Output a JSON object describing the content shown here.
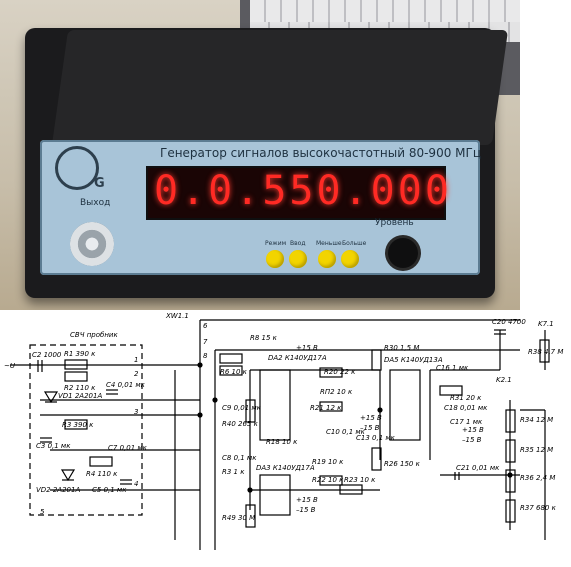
{
  "device": {
    "title": "Генератор сигналов высокочастотный 80-900 МГц",
    "logo_letter": "G",
    "display_value": "0.0.550.000",
    "output_label": "Выход",
    "level_label": "Уровень",
    "buttons": [
      "Режим",
      "Ввод",
      "Меньше",
      "Больше"
    ]
  },
  "schematic": {
    "probe_label": "СВЧ пробник",
    "u_label": "~U",
    "connector_left": "XW1.1",
    "labels": [
      "C2 1000",
      "R1 390 к",
      "R2 110 к",
      "VD1 2А201А",
      "C4 0,01 мк",
      "R3 390 к",
      "C3 0,1 мк",
      "C7 0,01 мк",
      "VD2 2А201А",
      "R4 110 к",
      "C5 0,1 мк",
      "R8 15 к",
      "+15 В",
      "DA2 К140УД17А",
      "R6 10 к",
      "R20 22 к",
      "RП2 10 к",
      "R21 12 к",
      "+15 В",
      "–15 В",
      "C10 0,1 мк",
      "R18 10 к",
      "C9 0,01 мк",
      "R40 265 к",
      "R19 10 к",
      "C13 0,1 мк",
      "R30 1,5 М",
      "DA5 К140УД13А",
      "C16 1 мк",
      "R31 20 к",
      "C18 0,01 мк",
      "C17 1 мк",
      "+15 В",
      "–15 В",
      "R26 150 к",
      "C21 0,01 мк",
      "C8 0,1 мк",
      "R3 1 к",
      "DA3 К140УД17А",
      "R22 10 к",
      "R23 10 к",
      "+15 В",
      "–15 В",
      "R49 30 М",
      "C20 4700",
      "R38 4,7 М",
      "K7.1",
      "K2.1",
      "R34 12 М",
      "R35 12 М",
      "R36 2,4 М",
      "R37 680 к",
      "1",
      "2",
      "3",
      "4",
      "5",
      "6",
      "7",
      "8"
    ]
  }
}
